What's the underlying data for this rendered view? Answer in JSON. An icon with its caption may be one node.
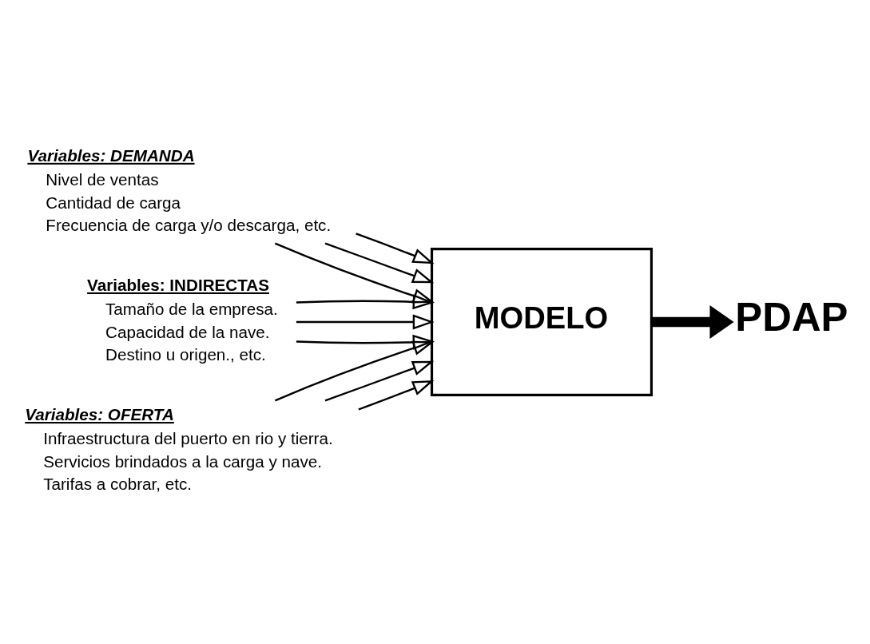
{
  "diagram": {
    "nodes": [
      {
        "text": [
          "Variables: DEMANDA",
          "Nivel de ventas",
          "Cantidad de carga",
          "Frecuencia de carga y/o descarga, etc."
        ]
      },
      {
        "text": [
          "Variables: INDIRECTAS",
          "Tamaño de la empresa.",
          "Capacidad de la nave.",
          "Destino u origen., etc."
        ]
      },
      {
        "text": [
          "MODELO"
        ]
      },
      {
        "text": [
          "PDAP"
        ]
      },
      {
        "text": [
          "Variables: OFERTA",
          "Infraestructura del puerto en rio y tierra.",
          "Servicios brindados a la carga y nave.",
          "Tarifas a cobrar, etc."
        ]
      }
    ],
    "edges": [
      {
        "from": 0,
        "to": 2,
        "arrow": "to"
      },
      {
        "from": 0,
        "to": 2,
        "arrow": "to"
      },
      {
        "from": 0,
        "to": 2,
        "arrow": "to"
      },
      {
        "from": 1,
        "to": 2,
        "arrow": "to"
      },
      {
        "from": 1,
        "to": 2,
        "arrow": "to"
      },
      {
        "from": 1,
        "to": 2,
        "arrow": "to"
      },
      {
        "from": 4,
        "to": 2,
        "arrow": "to"
      },
      {
        "from": 4,
        "to": 2,
        "arrow": "to"
      },
      {
        "from": 4,
        "to": 2,
        "arrow": "to"
      },
      {
        "from": 2,
        "to": 3,
        "arrow": "to",
        "style": "thick"
      }
    ]
  }
}
